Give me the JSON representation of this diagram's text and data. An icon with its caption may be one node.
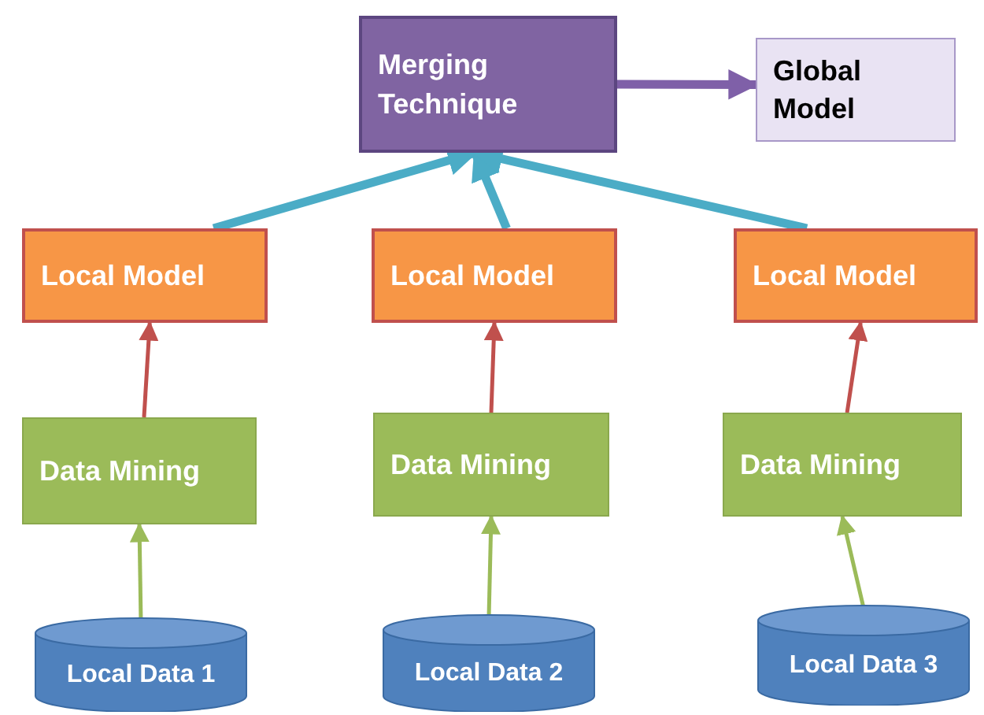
{
  "diagram": {
    "nodes": [
      {
        "text": [
          "Merging Technique"
        ]
      },
      {
        "text": [
          "Global Model"
        ]
      },
      {
        "text": [
          "Local Model"
        ]
      },
      {
        "text": [
          "Local Model"
        ]
      },
      {
        "text": [
          "Local Model"
        ]
      },
      {
        "text": [
          "Data Mining"
        ]
      },
      {
        "text": [
          "Data Mining"
        ]
      },
      {
        "text": [
          "Data Mining"
        ]
      },
      {
        "text": [
          "Local Data 1"
        ]
      },
      {
        "text": [
          "Local Data 2"
        ]
      },
      {
        "text": [
          "Local Data 3"
        ]
      }
    ],
    "edges": [
      {
        "from": 8,
        "to": 5,
        "arrow": "to",
        "color": "#9bbb59"
      },
      {
        "from": 9,
        "to": 6,
        "arrow": "to",
        "color": "#9bbb59"
      },
      {
        "from": 10,
        "to": 7,
        "arrow": "to",
        "color": "#9bbb59"
      },
      {
        "from": 5,
        "to": 2,
        "arrow": "to",
        "color": "#c0504d"
      },
      {
        "from": 6,
        "to": 3,
        "arrow": "to",
        "color": "#c0504d"
      },
      {
        "from": 7,
        "to": 4,
        "arrow": "to",
        "color": "#c0504d"
      },
      {
        "from": 2,
        "to": 0,
        "arrow": "to",
        "style": "thick",
        "color": "#4bacc6"
      },
      {
        "from": 3,
        "to": 0,
        "arrow": "to",
        "style": "thick",
        "color": "#4bacc6"
      },
      {
        "from": 4,
        "to": 0,
        "arrow": "to",
        "style": "thick",
        "color": "#4bacc6"
      },
      {
        "from": 0,
        "to": 1,
        "arrow": "to",
        "style": "thick",
        "color": "#7f60a8"
      }
    ]
  }
}
